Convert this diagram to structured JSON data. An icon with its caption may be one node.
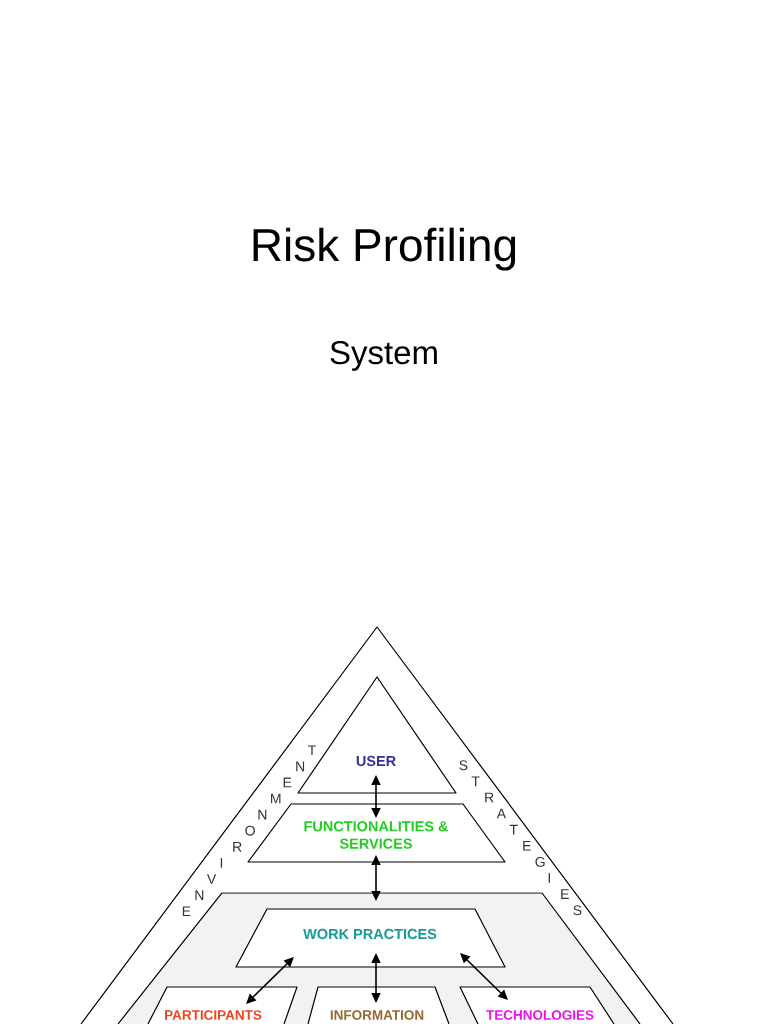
{
  "diagram": {
    "title": "Risk Profiling",
    "nodes": [
      {
        "text": [
          "ENVIRONMENT",
          "STRATEGIES"
        ]
      },
      {
        "text": [
          "USER"
        ],
        "in": 0
      },
      {
        "text": [
          "FUNCTIONALITIES & SERVICES"
        ],
        "in": 0
      },
      {
        "text": [],
        "shape": "trapezoid",
        "in": 0
      },
      {
        "text": [
          "WORK PRACTICES"
        ],
        "in": 3
      },
      {
        "text": [
          "PARTICIPANTS"
        ],
        "in": 3
      },
      {
        "text": [
          "INFORMATION"
        ],
        "in": 3
      },
      {
        "text": [
          "TECHNOLOGIES"
        ],
        "in": 3
      }
    ],
    "edges": [
      {
        "from": 1,
        "to": 2,
        "arrow": "both"
      },
      {
        "from": 2,
        "to": 3,
        "arrow": "both"
      },
      {
        "from": 4,
        "to": 5,
        "arrow": "both"
      },
      {
        "from": 4,
        "to": 6,
        "arrow": "both"
      },
      {
        "from": 4,
        "to": 7,
        "arrow": "both"
      }
    ],
    "labels": [
      "System"
    ]
  }
}
